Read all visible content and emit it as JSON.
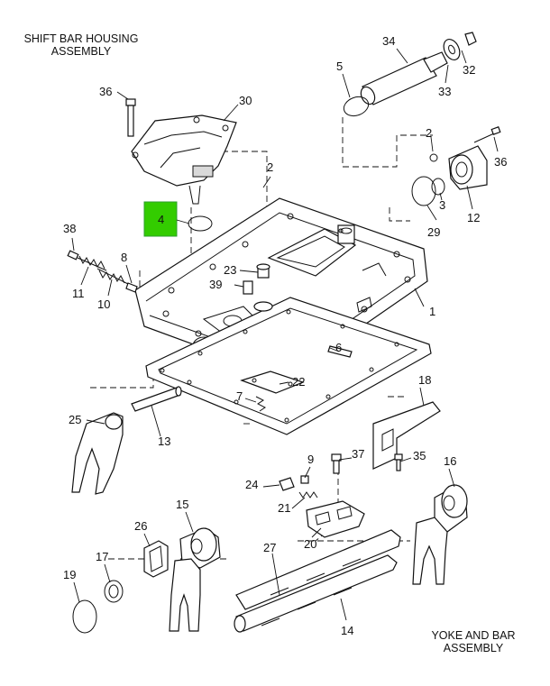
{
  "diagram": {
    "title_left_lines": [
      "SHIFT BAR HOUSING",
      "ASSEMBLY"
    ],
    "title_right_lines": [
      "YOKE AND BAR",
      "ASSEMBLY"
    ],
    "highlight_color": "#33cc00",
    "labels": {
      "n1": "1",
      "n2a": "2",
      "n2b": "2",
      "n3": "3",
      "n4": "4",
      "n5": "5",
      "n6": "6",
      "n7": "7",
      "n8": "8",
      "n9": "9",
      "n10": "10",
      "n11": "11",
      "n12": "12",
      "n13": "13",
      "n14": "14",
      "n15": "15",
      "n16": "16",
      "n17": "17",
      "n18": "18",
      "n19": "19",
      "n20": "20",
      "n21": "21",
      "n22": "22",
      "n23": "23",
      "n24": "24",
      "n25": "25",
      "n26": "26",
      "n27": "27",
      "n29": "29",
      "n30": "30",
      "n32": "32",
      "n33": "33",
      "n34": "34",
      "n35": "35",
      "n36a": "36",
      "n36b": "36",
      "n37": "37",
      "n38": "38",
      "n39": "39"
    }
  }
}
